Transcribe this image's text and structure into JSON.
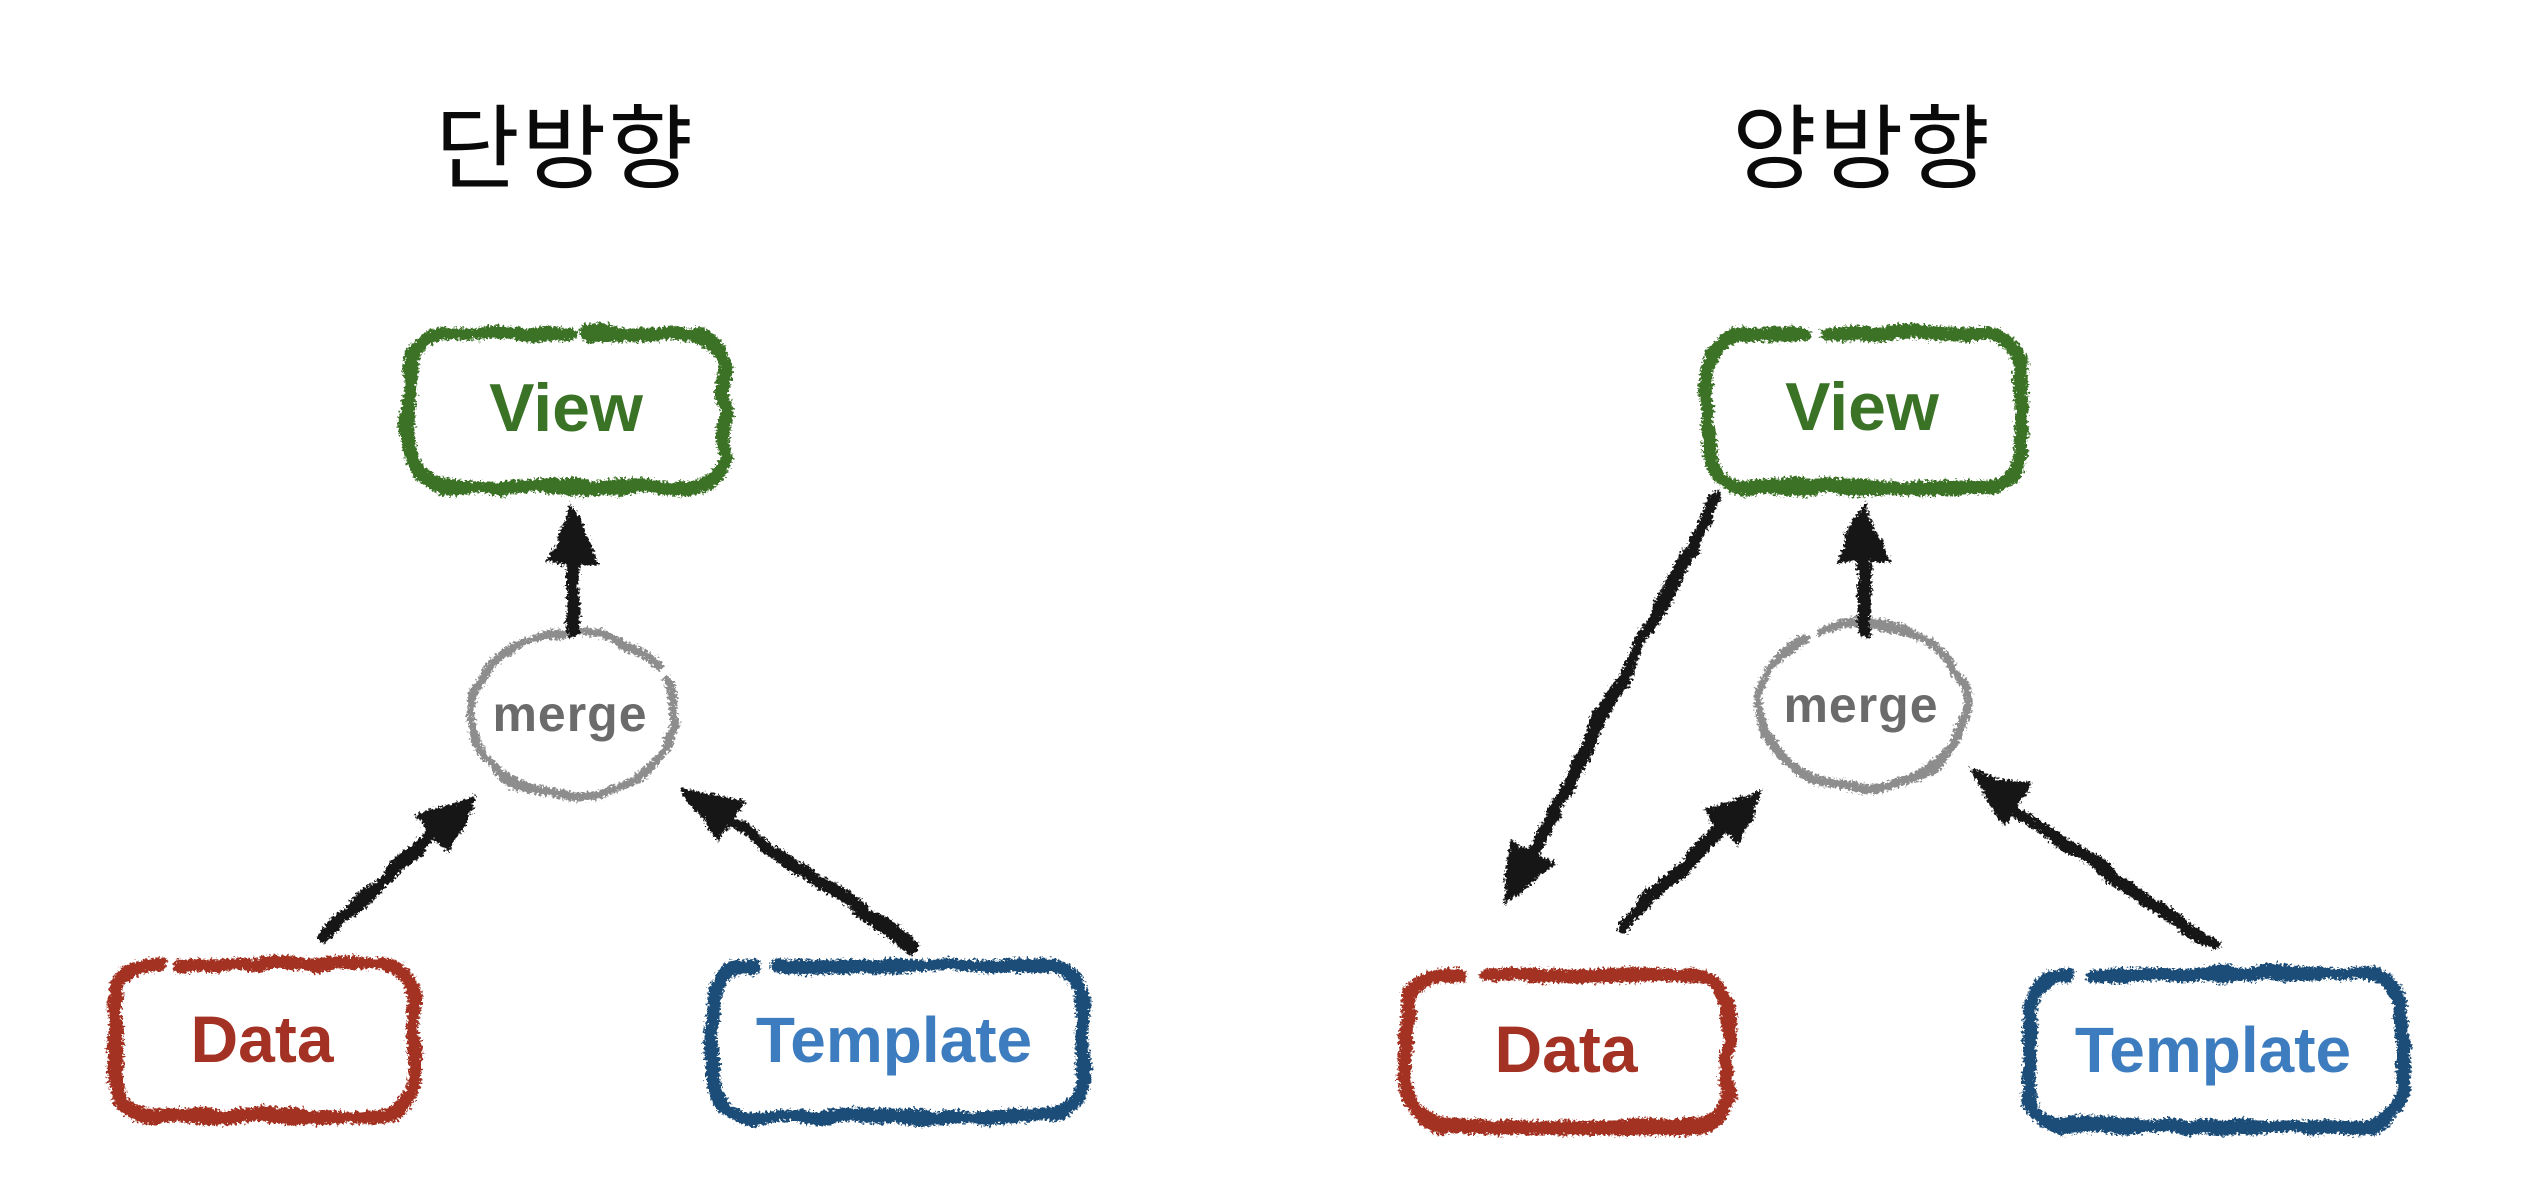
{
  "background": "#ffffff",
  "colors": {
    "title_black": "#0a0a0a",
    "view_green": "#3a7226",
    "data_red": "#a33224",
    "template_border_blue": "#1f4e79",
    "template_text_blue": "#3d7dbf",
    "merge_circle_gray": "#8d8d8d",
    "merge_text_gray": "#6b6b6b",
    "arrow_black": "#161616"
  },
  "panels": {
    "left": {
      "title": "단방향",
      "nodes": {
        "view": "View",
        "merge": "merge",
        "data": "Data",
        "template": "Template"
      },
      "edges": [
        {
          "from": "data",
          "to": "merge"
        },
        {
          "from": "template",
          "to": "merge"
        },
        {
          "from": "merge",
          "to": "view"
        }
      ]
    },
    "right": {
      "title": "양방향",
      "nodes": {
        "view": "View",
        "merge": "merge",
        "data": "Data",
        "template": "Template"
      },
      "edges": [
        {
          "from": "data",
          "to": "merge"
        },
        {
          "from": "template",
          "to": "merge"
        },
        {
          "from": "merge",
          "to": "view"
        },
        {
          "from": "view",
          "to": "data"
        }
      ]
    }
  }
}
